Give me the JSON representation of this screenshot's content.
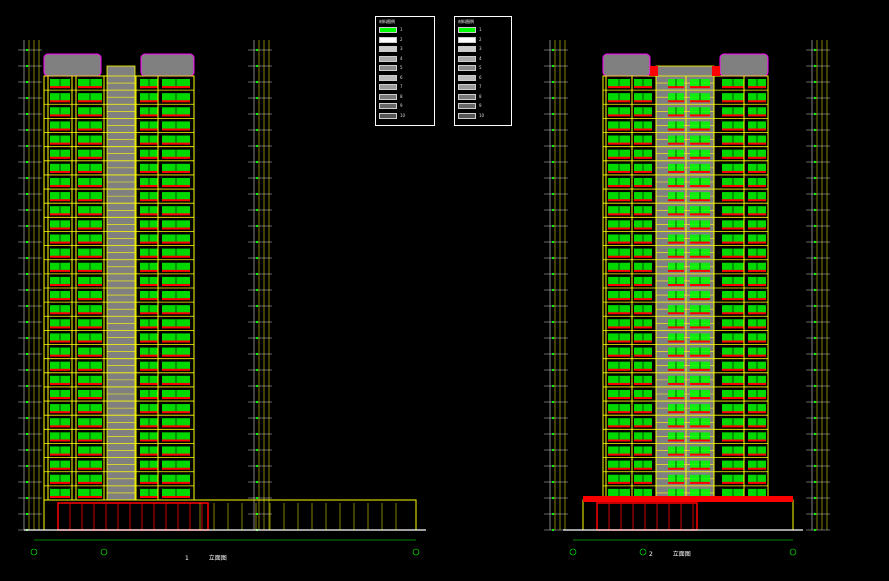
{
  "drawing": {
    "background": "#000000",
    "colors": {
      "facade_line": "#ffff00",
      "window_green": "#00ff00",
      "balcony_red": "#ff0000",
      "core_gray": "#808080",
      "magenta": "#ff00ff",
      "white": "#ffffff",
      "cyan": "#00ffff"
    },
    "floors": 30
  },
  "elevations": [
    {
      "id": "left",
      "title": "立面图",
      "label_num": "1"
    },
    {
      "id": "right",
      "title": "立面图",
      "label_num": "2"
    }
  ],
  "legends": [
    {
      "title": "材料图例",
      "items": [
        {
          "label": "1",
          "swatch": "#00ff00"
        },
        {
          "label": "2",
          "swatch": "#ffffff"
        },
        {
          "label": "3",
          "swatch": "#cccccc"
        },
        {
          "label": "4",
          "swatch": "#aaaaaa"
        },
        {
          "label": "5",
          "swatch": "#888888"
        },
        {
          "label": "6",
          "swatch": "#bbbbbb"
        },
        {
          "label": "7",
          "swatch": "#999999"
        },
        {
          "label": "8",
          "swatch": "#777777"
        },
        {
          "label": "9",
          "swatch": "#666666"
        },
        {
          "label": "10",
          "swatch": "#555555"
        }
      ]
    },
    {
      "title": "材料图例",
      "items": [
        {
          "label": "1",
          "swatch": "#00ff00"
        },
        {
          "label": "2",
          "swatch": "#ffffff"
        },
        {
          "label": "3",
          "swatch": "#cccccc"
        },
        {
          "label": "4",
          "swatch": "#aaaaaa"
        },
        {
          "label": "5",
          "swatch": "#888888"
        },
        {
          "label": "6",
          "swatch": "#bbbbbb"
        },
        {
          "label": "7",
          "swatch": "#999999"
        },
        {
          "label": "8",
          "swatch": "#777777"
        },
        {
          "label": "9",
          "swatch": "#666666"
        },
        {
          "label": "10",
          "swatch": "#555555"
        }
      ]
    }
  ]
}
